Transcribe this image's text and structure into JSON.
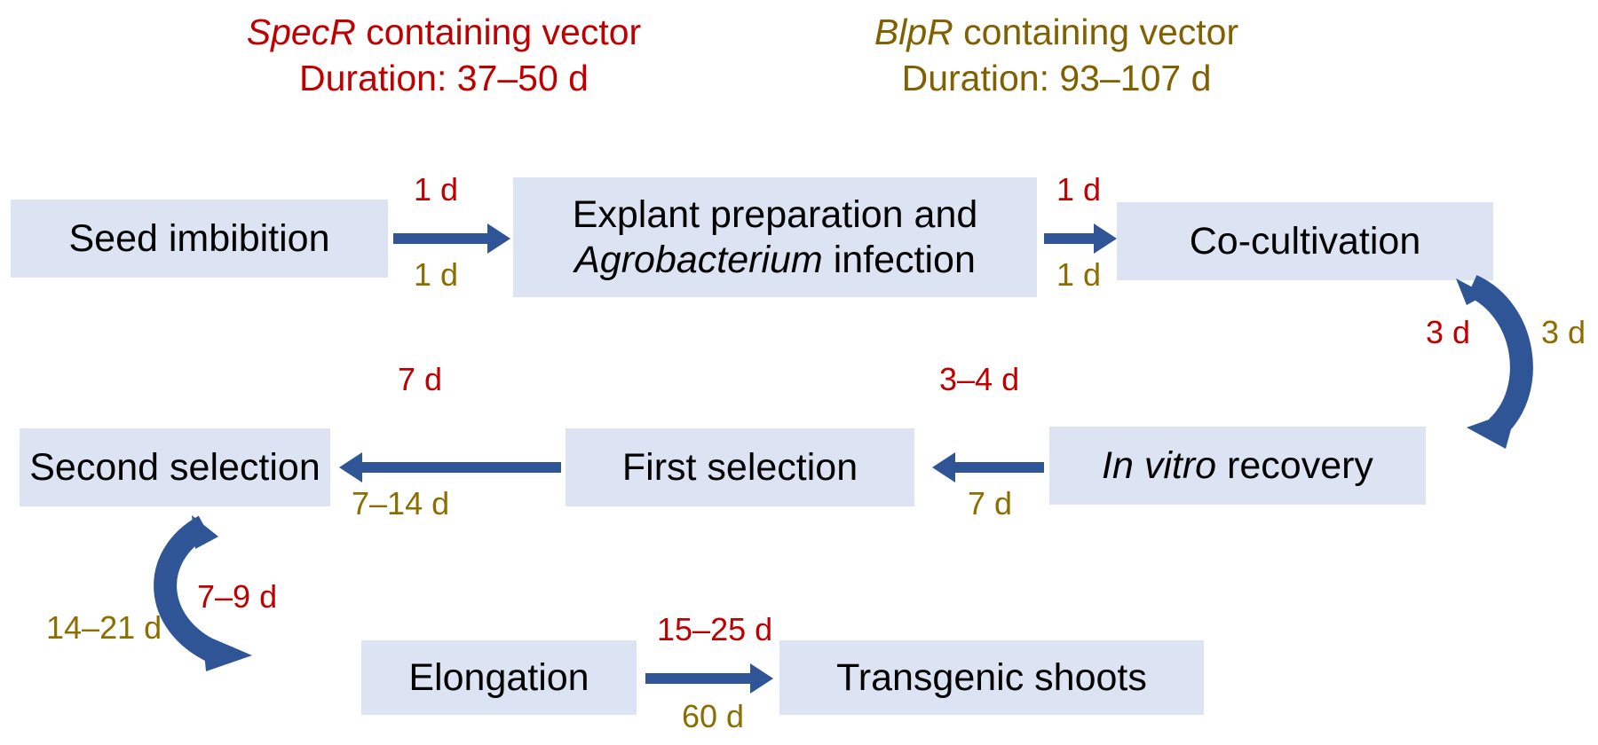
{
  "headers": [
    {
      "id": "specr-header",
      "vector_name": "SpecR",
      "vector_suffix": " containing vector",
      "duration": "Duration: 37–50 d",
      "color": "#C00000"
    },
    {
      "id": "blpr-header",
      "vector_name": "BlpR",
      "vector_suffix": " containing vector",
      "duration": "Duration: 93–107 d",
      "color": "#806000"
    }
  ],
  "boxes": {
    "seed_imbibition": "Seed imbibition",
    "explant_line1": "Explant preparation and",
    "explant_italic": "Agrobacterium",
    "explant_line2_rest": " infection",
    "co_cultivation": "Co-cultivation",
    "in_vitro_italic": "In vitro",
    "in_vitro_rest": " recovery",
    "first_selection": "First selection",
    "second_selection": "Second selection",
    "elongation": "Elongation",
    "transgenic_shoots": "Transgenic shoots"
  },
  "edges": [
    {
      "id": "seed-to-explant",
      "red": "1 d",
      "gold": "1 d"
    },
    {
      "id": "explant-to-cocult",
      "red": "1 d",
      "gold": "1 d"
    },
    {
      "id": "cocult-to-invitro",
      "red": "3 d",
      "gold": "3 d"
    },
    {
      "id": "invitro-to-first",
      "red": "3–4 d",
      "gold": "7 d"
    },
    {
      "id": "first-to-second",
      "red": "7 d",
      "gold": "7–14 d"
    },
    {
      "id": "second-to-elongation",
      "red": "7–9 d",
      "gold": "14–21 d"
    },
    {
      "id": "elongation-to-shoots",
      "red": "15–25 d",
      "gold": "60 d"
    }
  ],
  "colors": {
    "box_fill": "#DCE3F2",
    "arrow_blue": "#2F5597",
    "spec_red": "#C00000",
    "blp_gold": "#806000",
    "label_gold": "#8C6D00",
    "text_black": "#000000",
    "background": "#FFFFFF"
  }
}
